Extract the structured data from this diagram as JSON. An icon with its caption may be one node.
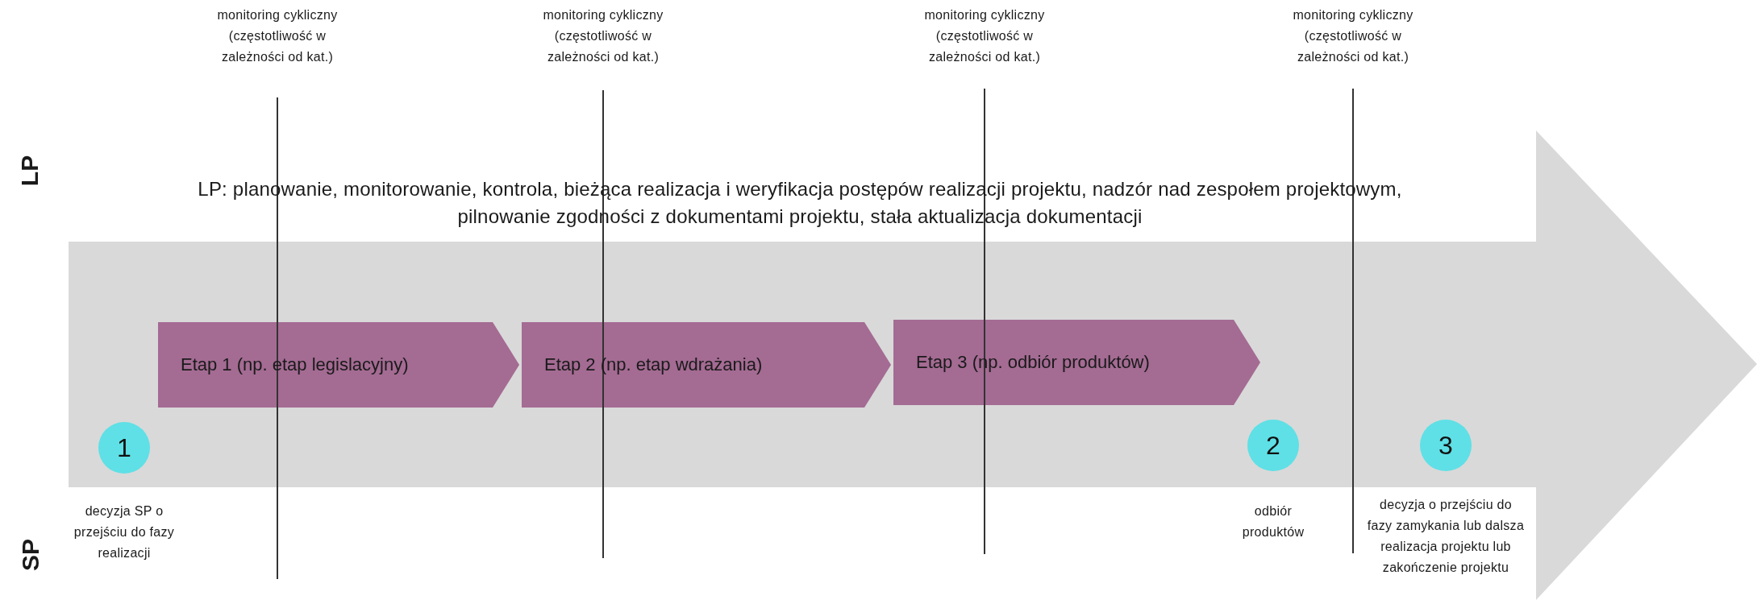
{
  "diagram": {
    "nodes": [
      {
        "text": [],
        "shape": "arrow"
      },
      {
        "text": [
          "Etap 1 (np. etap legislacyjny)"
        ],
        "in": 0
      },
      {
        "text": [
          "Etap 2 (np. etap wdrażania)"
        ],
        "in": 0
      },
      {
        "text": [
          "Etap 3 (np. odbiór produktów)"
        ],
        "in": 0
      },
      {
        "text": [
          "1"
        ],
        "in": 0,
        "beside": [
          "decyzja SP o przejściu do fazy realizacji"
        ]
      },
      {
        "text": [
          "2"
        ],
        "in": 0,
        "beside": [
          "odbiór produktów"
        ]
      },
      {
        "text": [
          "3"
        ],
        "in": 0,
        "beside": [
          "decyzja o przejściu do fazy zamykania lub dalsza realizacja projektu lub zakończenie projektu"
        ]
      }
    ],
    "labels": [
      "monitoring cykliczny (częstotliwość w zależności od kat.)",
      "monitoring cykliczny (częstotliwość w zależności od kat.)",
      "monitoring cykliczny (częstotliwość w zależności od kat.)",
      "monitoring cykliczny (częstotliwość w zależności od kat.)",
      "LP",
      "LP: planowanie, monitorowanie, kontrola, bieżąca realizacja i weryfikacja postępów realizacji projektu, nadzór nad zespołem projektowym, pilnowanie zgodności z dokumentami projektu, stała aktualizacja dokumentacji",
      "SP"
    ]
  }
}
